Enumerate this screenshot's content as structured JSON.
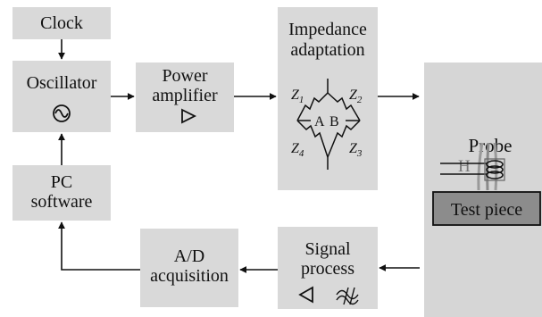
{
  "blocks": {
    "clock": "Clock",
    "oscillator": "Oscillator",
    "power_amplifier": [
      "Power",
      "amplifier"
    ],
    "impedance": [
      "Impedance",
      "adaptation"
    ],
    "pc_software": [
      "PC",
      "software"
    ],
    "ad_acquisition": [
      "A/D",
      "acquisition"
    ],
    "signal_process": [
      "Signal",
      "process"
    ],
    "probe": "Probe",
    "test_piece": "Test piece"
  },
  "bridge": {
    "z1": "Z",
    "z1_sub": "1",
    "z2": "Z",
    "z2_sub": "2",
    "z3": "Z",
    "z3_sub": "3",
    "z4": "Z",
    "z4_sub": "4",
    "node_a": "A",
    "node_b": "B"
  },
  "probe_field": "H",
  "icons": {
    "oscillator": "sine-wave-source-icon",
    "power_amplifier": "amplifier-triangle-icon",
    "signal_process_amp": "amplifier-triangle-icon",
    "signal_process_filter": "filter-icon"
  }
}
